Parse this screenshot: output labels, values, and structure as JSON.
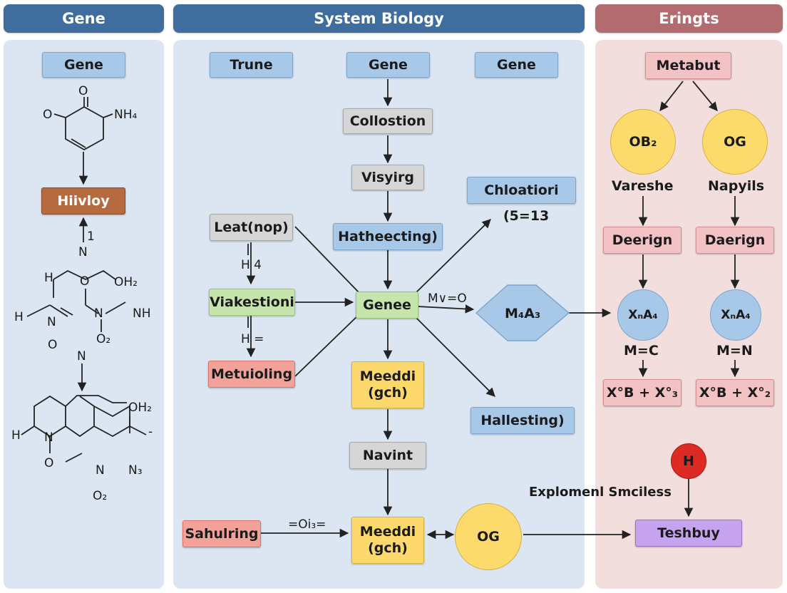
{
  "headers": {
    "left": "Gene",
    "middle": "System Biology",
    "right": "Eringts"
  },
  "colors": {
    "header_blue": "#3f6d9e",
    "header_red": "#b26c6f",
    "panel_blue": "#dbe6f2",
    "panel_red": "#f2dedd"
  },
  "left_panel": {
    "gene_box": "Gene",
    "hivloy_box": "Hiivloy",
    "mol1": {
      "o_top": "O",
      "o_left": "O",
      "nh4": "NH₄"
    },
    "arrow_label_1": "1",
    "arrow_label_n": "N",
    "mol2": {
      "h": "H",
      "o": "O",
      "oh2": "OH₂",
      "h2": "H",
      "n": "N",
      "n2": "N",
      "nh": "NH",
      "o2": "O₂"
    },
    "o_label": "O",
    "n_label": "N",
    "mol3": {
      "oh2": "OH₂",
      "h": "H",
      "n": "N",
      "o": "O",
      "n2": "N",
      "n3": "N₃",
      "minus": "-"
    },
    "o2_label": "O₂"
  },
  "middle_panel": {
    "trune": "Trune",
    "gene_top": "Gene",
    "gene_right": "Gene",
    "collostion": "Collostion",
    "visyirg": "Visyirg",
    "chloatiori": "Chloatiori",
    "chloatiori_eq": "(5=13",
    "leat_nop": "Leat(nop)",
    "h4_label": "H 4",
    "hatheecting": "Hatheecting)",
    "viakestioni": "Viakestioni",
    "genee": "Genee",
    "mvo_label": "M∨=O",
    "diamond_label": "M₄A₃",
    "h_eq_label": "H =",
    "metuioling": "Metuioling",
    "meeddi_1": "Meeddi\n(gch)",
    "hallesting": "Hallesting)",
    "navint": "Navint",
    "sahulring": "Sahulring",
    "oi_label": "=Oi₃=",
    "meeddi_2": "Meeddi\n(gch)",
    "og_circle": "OG"
  },
  "right_panel": {
    "metabut": "Metabut",
    "ob2": "OB₂",
    "og": "OG",
    "vareshe": "Vareshe",
    "napyils": "Napyils",
    "deerign": "Deerign",
    "daerign": "Daerign",
    "xna4_left": "XₙA₄",
    "xna4_right": "XₙA₄",
    "mc_label": "M=C",
    "mn_label": "M=N",
    "formula_left": "X°B + X°₃",
    "formula_right": "X°B + X°₂",
    "h_circle": "H",
    "explomenl": "Explomenl Smciless",
    "teshbuy": "Teshbuy"
  }
}
